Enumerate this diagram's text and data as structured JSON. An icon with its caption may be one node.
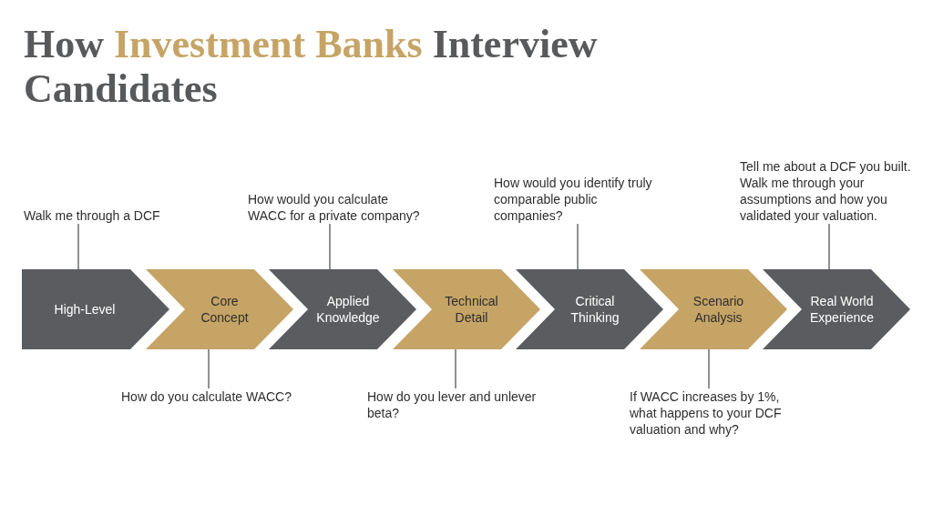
{
  "diagram": {
    "title": "How **Investment Banks** Interview Candidates",
    "nodes": [
      {
        "text": [
          "High-Level"
        ]
      },
      {
        "text": [
          "Core Concept"
        ]
      },
      {
        "text": [
          "Applied Knowledge"
        ]
      },
      {
        "text": [
          "Technical Detail"
        ]
      },
      {
        "text": [
          "Critical Thinking"
        ]
      },
      {
        "text": [
          "Scenario Analysis"
        ]
      },
      {
        "text": [
          "Real World Experience"
        ]
      },
      {
        "text": [
          "Walk me through a DCF"
        ]
      },
      {
        "text": [
          "How do you calculate WACC?"
        ]
      },
      {
        "text": [
          "How would you calculate WACC for a private company?"
        ]
      },
      {
        "text": [
          "How do you lever and unlever beta?"
        ]
      },
      {
        "text": [
          "How would you identify truly comparable public companies?"
        ]
      },
      {
        "text": [
          "If WACC increases by 1%, what happens to your DCF valuation and why?"
        ]
      },
      {
        "text": [
          "Tell me about a DCF you built. Walk me through your assumptions and how you validated your valuation."
        ]
      }
    ],
    "edges": [
      {
        "from": 7,
        "to": 0,
        "arrow": "none"
      },
      {
        "from": 8,
        "to": 1,
        "arrow": "none"
      },
      {
        "from": 9,
        "to": 2,
        "arrow": "none"
      },
      {
        "from": 10,
        "to": 3,
        "arrow": "none"
      },
      {
        "from": 11,
        "to": 4,
        "arrow": "none"
      },
      {
        "from": 12,
        "to": 5,
        "arrow": "none"
      },
      {
        "from": 13,
        "to": 6,
        "arrow": "none"
      }
    ]
  }
}
